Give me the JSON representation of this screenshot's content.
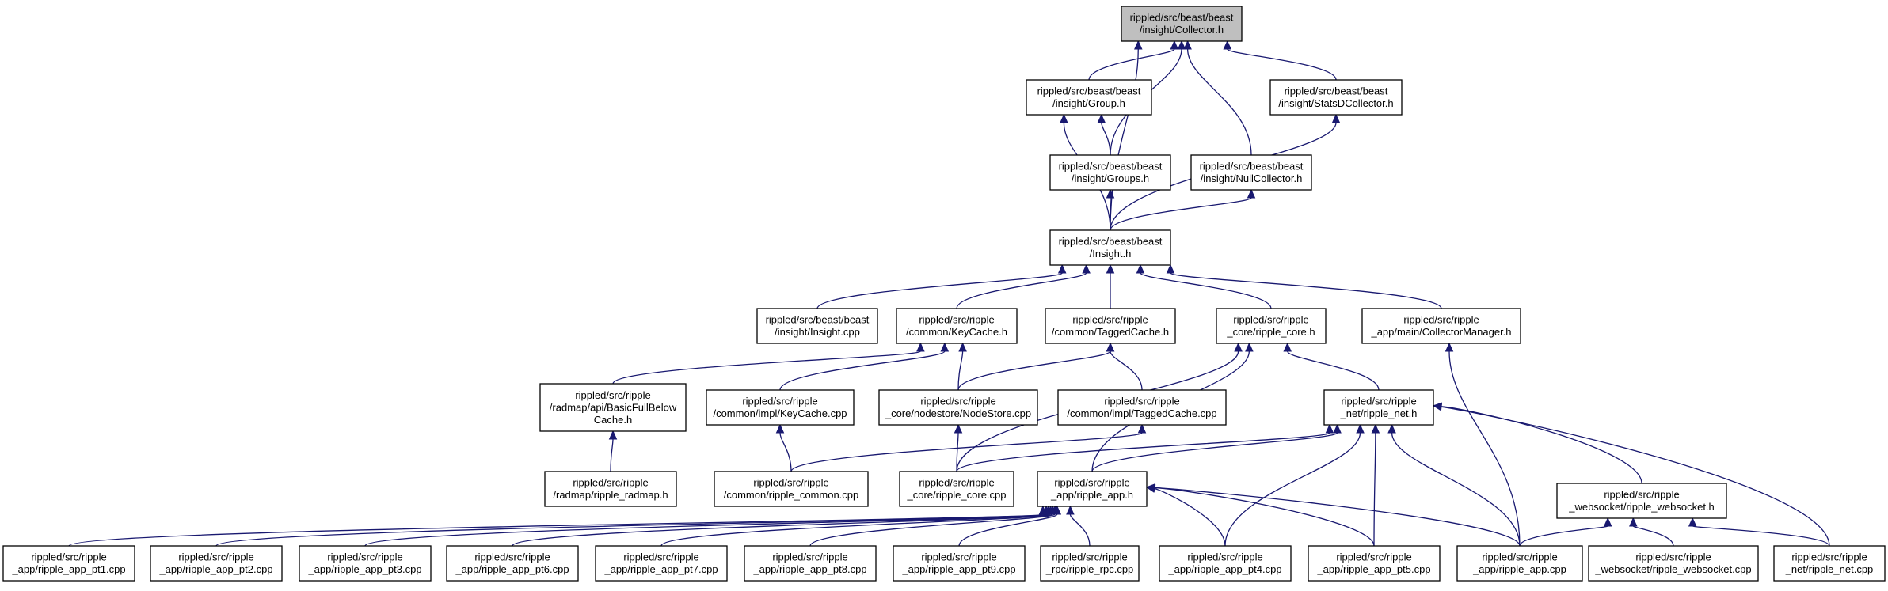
{
  "title": "rippled/src/beast/beast/insight/Collector.h",
  "colors": {
    "edge": "#191970",
    "node_fill": "#ffffff",
    "focus_fill": "#bfbfbf",
    "border": "#000000"
  },
  "nodes": [
    {
      "id": "collector",
      "lines": [
        "rippled/src/beast/beast",
        "/insight/Collector.h"
      ],
      "focus": true
    },
    {
      "id": "group",
      "lines": [
        "rippled/src/beast/beast",
        "/insight/Group.h"
      ]
    },
    {
      "id": "statsd",
      "lines": [
        "rippled/src/beast/beast",
        "/insight/StatsDCollector.h"
      ]
    },
    {
      "id": "groups",
      "lines": [
        "rippled/src/beast/beast",
        "/insight/Groups.h"
      ]
    },
    {
      "id": "nullcollector",
      "lines": [
        "rippled/src/beast/beast",
        "/insight/NullCollector.h"
      ]
    },
    {
      "id": "insight",
      "lines": [
        "rippled/src/beast/beast",
        "/Insight.h"
      ]
    },
    {
      "id": "insightcpp",
      "lines": [
        "rippled/src/beast/beast",
        "/insight/Insight.cpp"
      ]
    },
    {
      "id": "keycache",
      "lines": [
        "rippled/src/ripple",
        "/common/KeyCache.h"
      ]
    },
    {
      "id": "taggedcache",
      "lines": [
        "rippled/src/ripple",
        "/common/TaggedCache.h"
      ]
    },
    {
      "id": "ripplecore",
      "lines": [
        "rippled/src/ripple",
        "_core/ripple_core.h"
      ]
    },
    {
      "id": "collectormgr",
      "lines": [
        "rippled/src/ripple",
        "_app/main/CollectorManager.h"
      ]
    },
    {
      "id": "basicfull",
      "lines": [
        "rippled/src/ripple",
        "/radmap/api/BasicFullBelow",
        "Cache.h"
      ]
    },
    {
      "id": "keycachecpp",
      "lines": [
        "rippled/src/ripple",
        "/common/impl/KeyCache.cpp"
      ]
    },
    {
      "id": "nodestore",
      "lines": [
        "rippled/src/ripple",
        "_core/nodestore/NodeStore.cpp"
      ]
    },
    {
      "id": "taggedcachecpp",
      "lines": [
        "rippled/src/ripple",
        "/common/impl/TaggedCache.cpp"
      ]
    },
    {
      "id": "ripplenet",
      "lines": [
        "rippled/src/ripple",
        "_net/ripple_net.h"
      ]
    },
    {
      "id": "radmap",
      "lines": [
        "rippled/src/ripple",
        "/radmap/ripple_radmap.h"
      ]
    },
    {
      "id": "commoncpp",
      "lines": [
        "rippled/src/ripple",
        "/common/ripple_common.cpp"
      ]
    },
    {
      "id": "corecpp",
      "lines": [
        "rippled/src/ripple",
        "_core/ripple_core.cpp"
      ]
    },
    {
      "id": "appapph",
      "lines": [
        "rippled/src/ripple",
        "_app/ripple_app.h"
      ]
    },
    {
      "id": "websocketh",
      "lines": [
        "rippled/src/ripple",
        "_websocket/ripple_websocket.h"
      ]
    },
    {
      "id": "pt1",
      "lines": [
        "rippled/src/ripple",
        "_app/ripple_app_pt1.cpp"
      ]
    },
    {
      "id": "pt2",
      "lines": [
        "rippled/src/ripple",
        "_app/ripple_app_pt2.cpp"
      ]
    },
    {
      "id": "pt3",
      "lines": [
        "rippled/src/ripple",
        "_app/ripple_app_pt3.cpp"
      ]
    },
    {
      "id": "pt6",
      "lines": [
        "rippled/src/ripple",
        "_app/ripple_app_pt6.cpp"
      ]
    },
    {
      "id": "pt7",
      "lines": [
        "rippled/src/ripple",
        "_app/ripple_app_pt7.cpp"
      ]
    },
    {
      "id": "pt8",
      "lines": [
        "rippled/src/ripple",
        "_app/ripple_app_pt8.cpp"
      ]
    },
    {
      "id": "pt9",
      "lines": [
        "rippled/src/ripple",
        "_app/ripple_app_pt9.cpp"
      ]
    },
    {
      "id": "rpccpp",
      "lines": [
        "rippled/src/ripple",
        "_rpc/ripple_rpc.cpp"
      ]
    },
    {
      "id": "pt4",
      "lines": [
        "rippled/src/ripple",
        "_app/ripple_app_pt4.cpp"
      ]
    },
    {
      "id": "pt5",
      "lines": [
        "rippled/src/ripple",
        "_app/ripple_app_pt5.cpp"
      ]
    },
    {
      "id": "appcpp",
      "lines": [
        "rippled/src/ripple",
        "_app/ripple_app.cpp"
      ]
    },
    {
      "id": "websocketcpp",
      "lines": [
        "rippled/src/ripple",
        "_websocket/ripple_websocket.cpp"
      ]
    },
    {
      "id": "netcpp",
      "lines": [
        "rippled/src/ripple",
        "_net/ripple_net.cpp"
      ]
    }
  ],
  "edges": [
    {
      "from": "group",
      "to": "collector"
    },
    {
      "from": "statsd",
      "to": "collector"
    },
    {
      "from": "groups",
      "to": "collector"
    },
    {
      "from": "nullcollector",
      "to": "collector"
    },
    {
      "from": "insight",
      "to": "collector"
    },
    {
      "from": "groups",
      "to": "group"
    },
    {
      "from": "insight",
      "to": "group"
    },
    {
      "from": "insight",
      "to": "groups"
    },
    {
      "from": "insight",
      "to": "nullcollector"
    },
    {
      "from": "insight",
      "to": "statsd"
    },
    {
      "from": "insightcpp",
      "to": "insight"
    },
    {
      "from": "keycache",
      "to": "insight"
    },
    {
      "from": "taggedcache",
      "to": "insight"
    },
    {
      "from": "ripplecore",
      "to": "insight"
    },
    {
      "from": "collectormgr",
      "to": "insight"
    },
    {
      "from": "basicfull",
      "to": "keycache"
    },
    {
      "from": "keycachecpp",
      "to": "keycache"
    },
    {
      "from": "nodestore",
      "to": "keycache"
    },
    {
      "from": "nodestore",
      "to": "taggedcache"
    },
    {
      "from": "taggedcachecpp",
      "to": "taggedcache"
    },
    {
      "from": "ripplenet",
      "to": "ripplecore"
    },
    {
      "from": "corecpp",
      "to": "ripplecore"
    },
    {
      "from": "appapph",
      "to": "ripplecore"
    },
    {
      "from": "appcpp",
      "to": "collectormgr"
    },
    {
      "from": "radmap",
      "to": "basicfull"
    },
    {
      "from": "commoncpp",
      "to": "keycachecpp"
    },
    {
      "from": "corecpp",
      "to": "nodestore"
    },
    {
      "from": "commoncpp",
      "to": "taggedcachecpp"
    },
    {
      "from": "corecpp",
      "to": "ripplenet"
    },
    {
      "from": "appapph",
      "to": "ripplenet"
    },
    {
      "from": "websocketh",
      "to": "ripplenet"
    },
    {
      "from": "pt4",
      "to": "ripplenet"
    },
    {
      "from": "pt5",
      "to": "ripplenet"
    },
    {
      "from": "appcpp",
      "to": "ripplenet"
    },
    {
      "from": "netcpp",
      "to": "ripplenet"
    },
    {
      "from": "pt1",
      "to": "appapph"
    },
    {
      "from": "pt2",
      "to": "appapph"
    },
    {
      "from": "pt3",
      "to": "appapph"
    },
    {
      "from": "pt6",
      "to": "appapph"
    },
    {
      "from": "pt7",
      "to": "appapph"
    },
    {
      "from": "pt8",
      "to": "appapph"
    },
    {
      "from": "pt9",
      "to": "appapph"
    },
    {
      "from": "rpccpp",
      "to": "appapph"
    },
    {
      "from": "pt4",
      "to": "appapph"
    },
    {
      "from": "pt5",
      "to": "appapph"
    },
    {
      "from": "appcpp",
      "to": "appapph"
    },
    {
      "from": "appcpp",
      "to": "websocketh"
    },
    {
      "from": "websocketcpp",
      "to": "websocketh"
    },
    {
      "from": "netcpp",
      "to": "websocketh"
    }
  ]
}
